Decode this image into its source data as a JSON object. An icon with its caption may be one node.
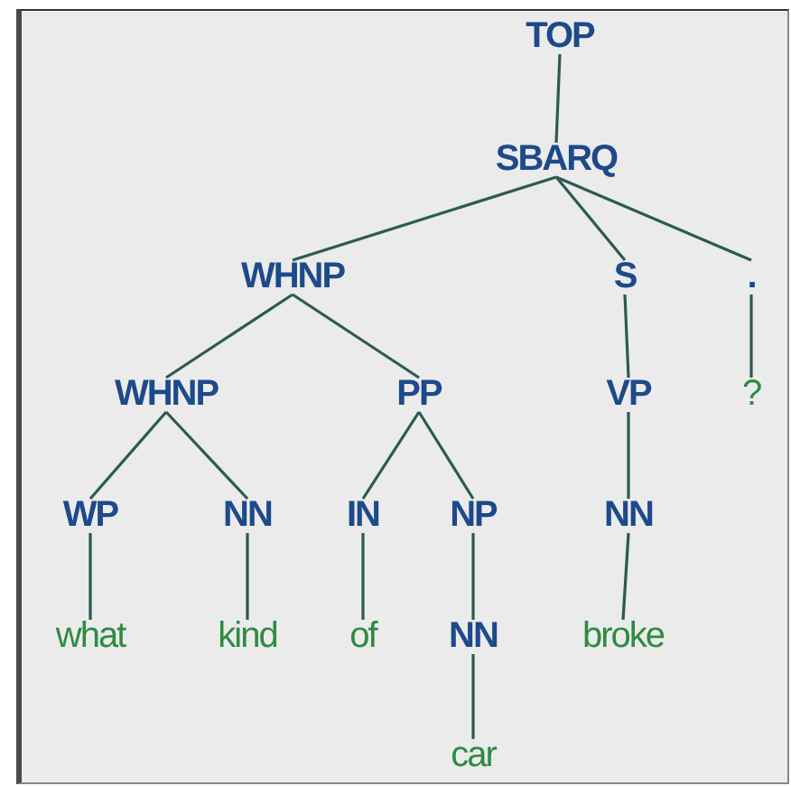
{
  "diagram": {
    "nodes": [
      {
        "text": [
          "TOP"
        ]
      },
      {
        "text": [
          "SBARQ"
        ]
      },
      {
        "text": [
          "WHNP"
        ]
      },
      {
        "text": [
          "S"
        ]
      },
      {
        "text": [
          "."
        ]
      },
      {
        "text": [
          "WHNP"
        ]
      },
      {
        "text": [
          "PP"
        ]
      },
      {
        "text": [
          "VP"
        ]
      },
      {
        "text": [
          "?"
        ]
      },
      {
        "text": [
          "WP"
        ]
      },
      {
        "text": [
          "NN"
        ]
      },
      {
        "text": [
          "IN"
        ]
      },
      {
        "text": [
          "NP"
        ]
      },
      {
        "text": [
          "NN"
        ]
      },
      {
        "text": [
          "what"
        ]
      },
      {
        "text": [
          "kind"
        ]
      },
      {
        "text": [
          "of"
        ]
      },
      {
        "text": [
          "NN"
        ]
      },
      {
        "text": [
          "broke"
        ]
      },
      {
        "text": [
          "car"
        ]
      }
    ],
    "edges": [
      {
        "from": 0,
        "to": 1,
        "arrow": "none"
      },
      {
        "from": 1,
        "to": 2,
        "arrow": "none"
      },
      {
        "from": 1,
        "to": 3,
        "arrow": "none"
      },
      {
        "from": 1,
        "to": 4,
        "arrow": "none"
      },
      {
        "from": 2,
        "to": 5,
        "arrow": "none"
      },
      {
        "from": 2,
        "to": 6,
        "arrow": "none"
      },
      {
        "from": 3,
        "to": 7,
        "arrow": "none"
      },
      {
        "from": 4,
        "to": 8,
        "arrow": "none"
      },
      {
        "from": 5,
        "to": 9,
        "arrow": "none"
      },
      {
        "from": 5,
        "to": 10,
        "arrow": "none"
      },
      {
        "from": 6,
        "to": 11,
        "arrow": "none"
      },
      {
        "from": 6,
        "to": 12,
        "arrow": "none"
      },
      {
        "from": 7,
        "to": 13,
        "arrow": "none"
      },
      {
        "from": 9,
        "to": 14,
        "arrow": "none"
      },
      {
        "from": 10,
        "to": 15,
        "arrow": "none"
      },
      {
        "from": 11,
        "to": 16,
        "arrow": "none"
      },
      {
        "from": 12,
        "to": 17,
        "arrow": "none"
      },
      {
        "from": 13,
        "to": 18,
        "arrow": "none"
      },
      {
        "from": 17,
        "to": 19,
        "arrow": "none"
      }
    ]
  }
}
